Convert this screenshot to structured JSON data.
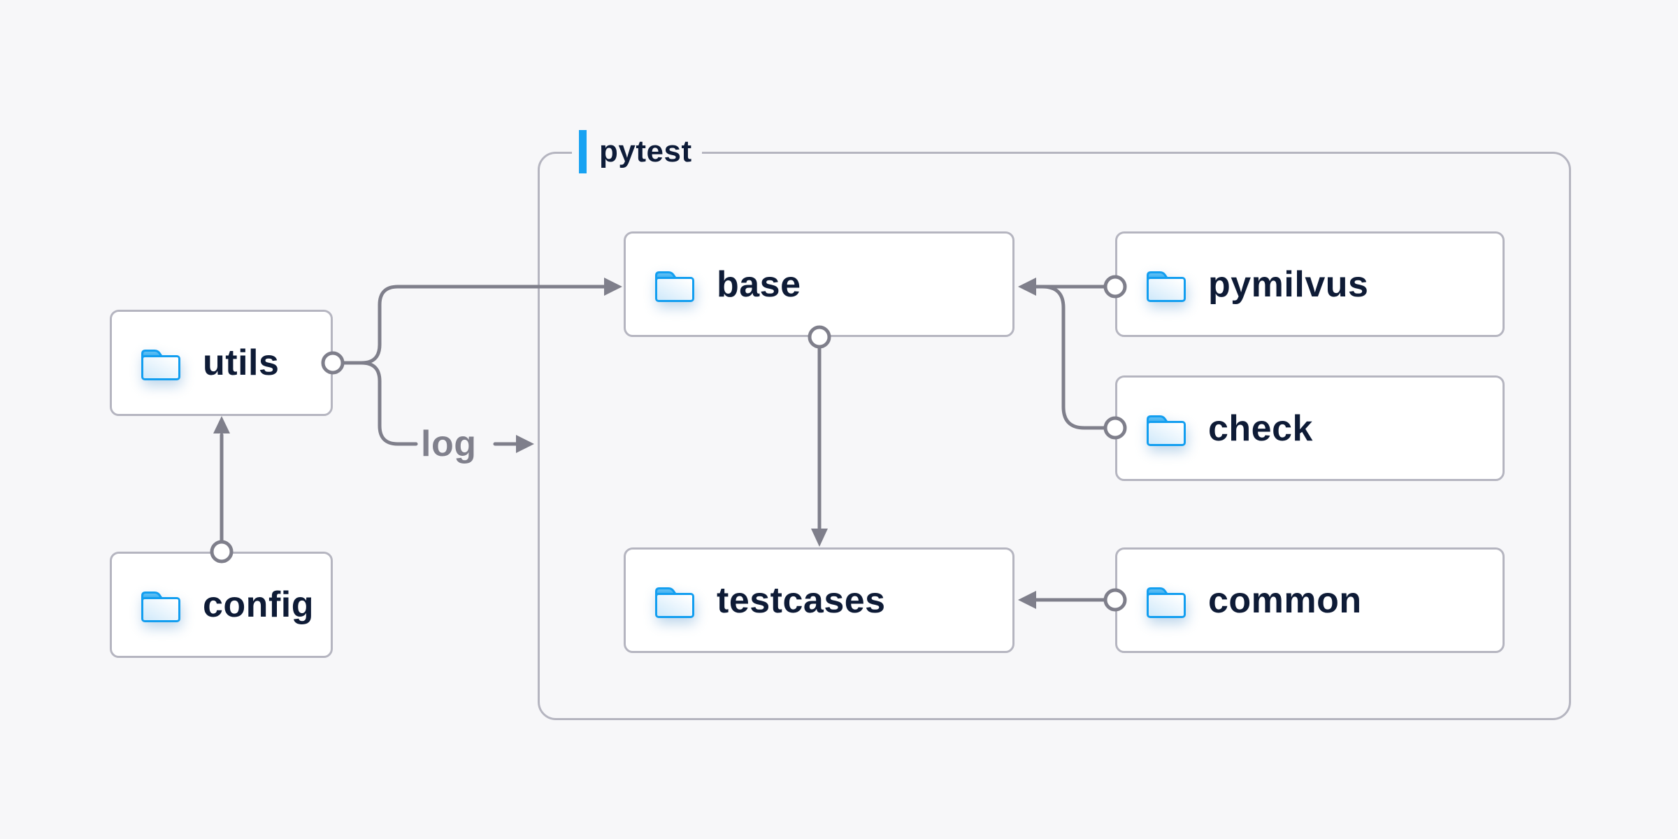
{
  "diagram": {
    "group": {
      "label": "pytest"
    },
    "nodes": [
      {
        "id": "utils",
        "label": "utils",
        "icon": "folder-icon",
        "group": null
      },
      {
        "id": "config",
        "label": "config",
        "icon": "folder-icon",
        "group": null
      },
      {
        "id": "base",
        "label": "base",
        "icon": "folder-icon",
        "group": "pytest"
      },
      {
        "id": "pymilvus",
        "label": "pymilvus",
        "icon": "folder-icon",
        "group": "pytest"
      },
      {
        "id": "check",
        "label": "check",
        "icon": "folder-icon",
        "group": "pytest"
      },
      {
        "id": "testcases",
        "label": "testcases",
        "icon": "folder-icon",
        "group": "pytest"
      },
      {
        "id": "common",
        "label": "common",
        "icon": "folder-icon",
        "group": "pytest"
      }
    ],
    "edges": [
      {
        "from": "config",
        "to": "utils",
        "label": ""
      },
      {
        "from": "utils",
        "to": "base",
        "label": ""
      },
      {
        "from": "utils",
        "to": "pytest-border",
        "label": "log"
      },
      {
        "from": "pymilvus",
        "to": "base",
        "label": ""
      },
      {
        "from": "check",
        "to": "base",
        "label": ""
      },
      {
        "from": "base",
        "to": "testcases",
        "label": ""
      },
      {
        "from": "common",
        "to": "testcases",
        "label": ""
      }
    ],
    "log_label": "log",
    "colors": {
      "background": "#F7F7F9",
      "node_background": "#FFFFFF",
      "node_border": "#B5B5C0",
      "group_border": "#B5B5C0",
      "connector": "#7F7F8B",
      "label_text": "#0E1B36",
      "log_text": "#80808C",
      "accent_blue": "#18A2F2",
      "folder_blue": "#129EF0"
    }
  }
}
